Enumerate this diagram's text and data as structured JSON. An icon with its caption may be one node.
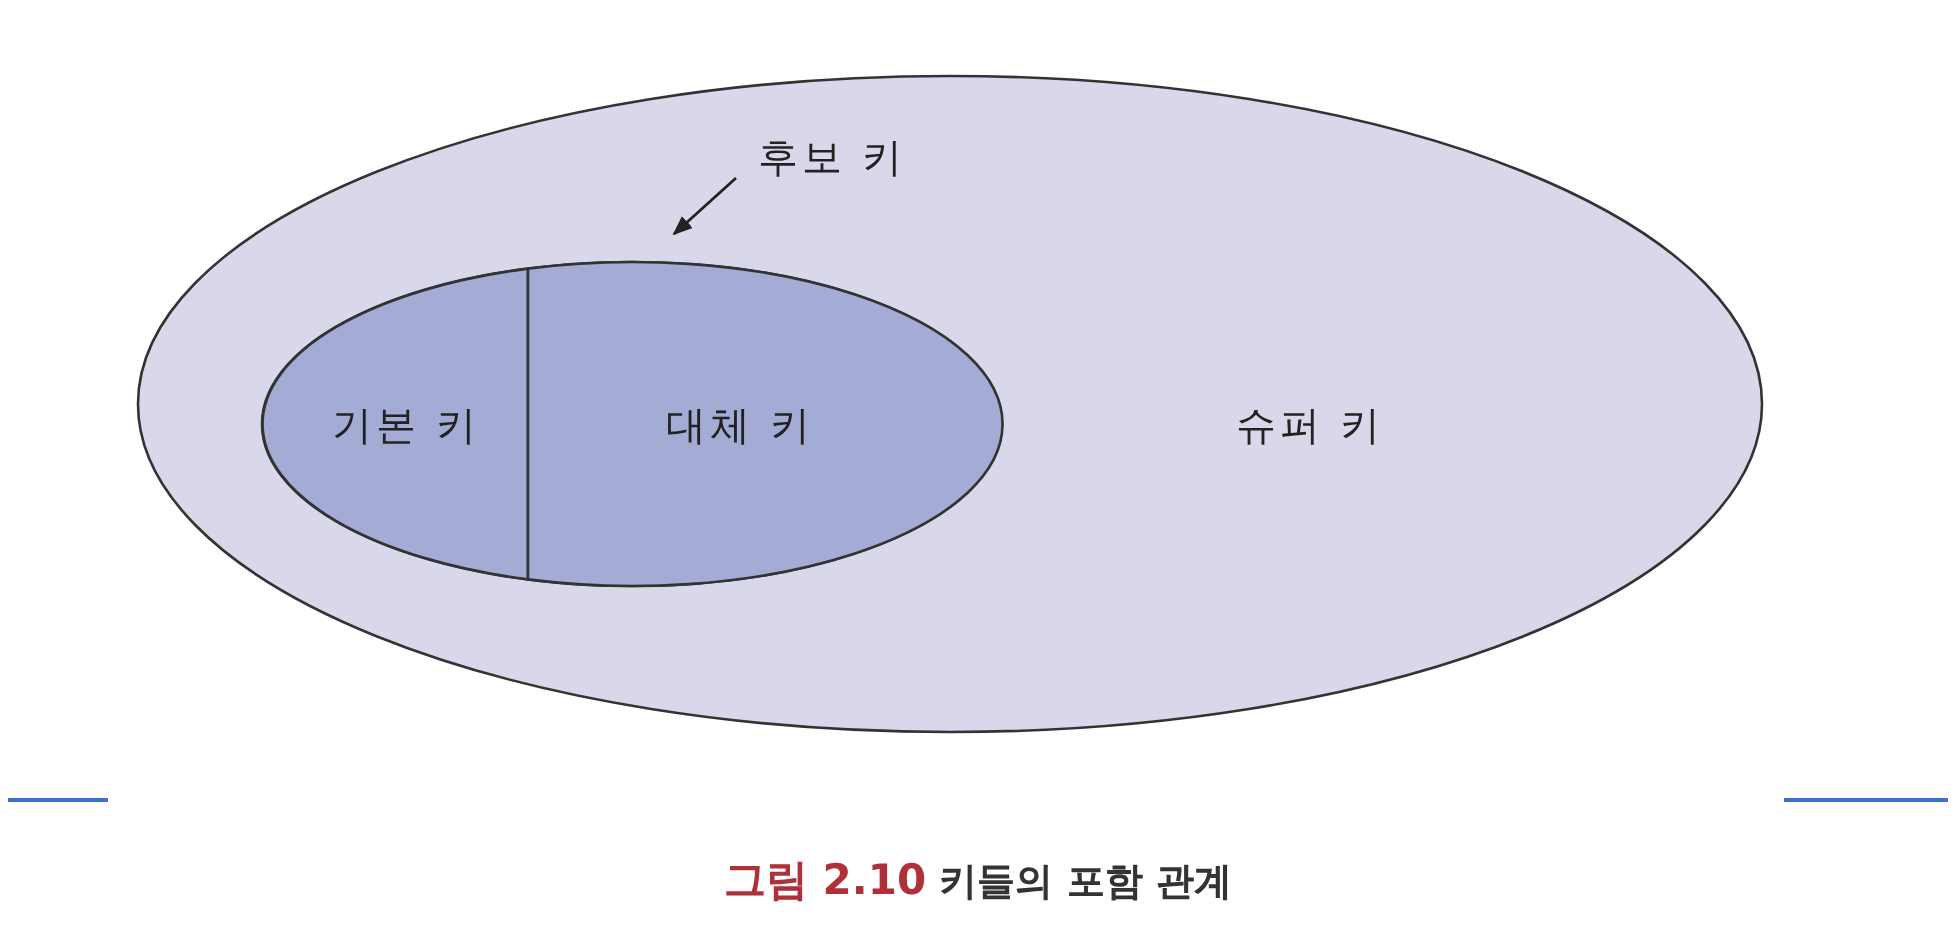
{
  "diagram": {
    "caption": "**그림 2.10** 키들의 포함 관계",
    "nodes": [
      {
        "text": [
          "슈퍼 키"
        ]
      },
      {
        "text": [],
        "shape": "ellipse",
        "in": 0
      },
      {
        "text": [
          "기본 키"
        ],
        "in": 1
      },
      {
        "text": [
          "대체 키"
        ],
        "in": 1
      },
      {
        "text": [
          "후보 키"
        ],
        "in": 0
      }
    ],
    "edges": [
      {
        "from": 4,
        "to": 1,
        "arrow": "to"
      }
    ]
  }
}
